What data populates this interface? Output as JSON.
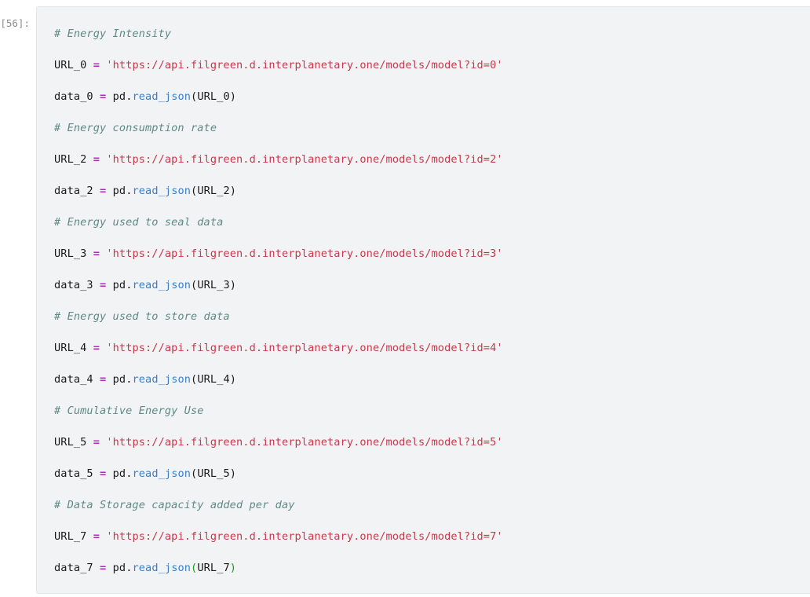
{
  "cell": {
    "prompt_label": "[56]:",
    "execution_count": 56,
    "cell_type": "code",
    "language": "python",
    "colors": {
      "cell_background": "#f2f3f5",
      "cell_border": "#e4e6e8",
      "page_background": "#ffffff",
      "prompt_text": "#8b8b8b",
      "comment": "#5f8a82",
      "operator": "#c21fc2",
      "string": "#c43a4a",
      "function": "#3a7fc1",
      "default_text": "#1a1a1a",
      "bracket_match": "#15a015"
    },
    "lines": [
      {
        "kind": "comment",
        "text": "# Energy Intensity"
      },
      {
        "kind": "assignment",
        "variable": "URL_0",
        "operator": "=",
        "string": "'https://api.filgreen.d.interplanetary.one/models/model?id=0'"
      },
      {
        "kind": "call",
        "variable": "data_0",
        "operator": "=",
        "module": "pd",
        "dot": ".",
        "function": "read_json",
        "open_paren": "(",
        "argument": "URL_0",
        "close_paren": ")",
        "bracket_matched": false
      },
      {
        "kind": "comment",
        "text": "# Energy consumption rate"
      },
      {
        "kind": "assignment",
        "variable": "URL_2",
        "operator": "=",
        "string": "'https://api.filgreen.d.interplanetary.one/models/model?id=2'"
      },
      {
        "kind": "call",
        "variable": "data_2",
        "operator": "=",
        "module": "pd",
        "dot": ".",
        "function": "read_json",
        "open_paren": "(",
        "argument": "URL_2",
        "close_paren": ")",
        "bracket_matched": false
      },
      {
        "kind": "comment",
        "text": "# Energy used to seal data"
      },
      {
        "kind": "assignment",
        "variable": "URL_3",
        "operator": "=",
        "string": "'https://api.filgreen.d.interplanetary.one/models/model?id=3'"
      },
      {
        "kind": "call",
        "variable": "data_3",
        "operator": "=",
        "module": "pd",
        "dot": ".",
        "function": "read_json",
        "open_paren": "(",
        "argument": "URL_3",
        "close_paren": ")",
        "bracket_matched": false
      },
      {
        "kind": "comment",
        "text": "# Energy used to store data"
      },
      {
        "kind": "assignment",
        "variable": "URL_4",
        "operator": "=",
        "string": "'https://api.filgreen.d.interplanetary.one/models/model?id=4'"
      },
      {
        "kind": "call",
        "variable": "data_4",
        "operator": "=",
        "module": "pd",
        "dot": ".",
        "function": "read_json",
        "open_paren": "(",
        "argument": "URL_4",
        "close_paren": ")",
        "bracket_matched": false
      },
      {
        "kind": "comment",
        "text": "# Cumulative Energy Use"
      },
      {
        "kind": "assignment",
        "variable": "URL_5",
        "operator": "=",
        "string": "'https://api.filgreen.d.interplanetary.one/models/model?id=5'"
      },
      {
        "kind": "call",
        "variable": "data_5",
        "operator": "=",
        "module": "pd",
        "dot": ".",
        "function": "read_json",
        "open_paren": "(",
        "argument": "URL_5",
        "close_paren": ")",
        "bracket_matched": false
      },
      {
        "kind": "comment",
        "text": "# Data Storage capacity added per day"
      },
      {
        "kind": "assignment",
        "variable": "URL_7",
        "operator": "=",
        "string": "'https://api.filgreen.d.interplanetary.one/models/model?id=7'"
      },
      {
        "kind": "call",
        "variable": "data_7",
        "operator": "=",
        "module": "pd",
        "dot": ".",
        "function": "read_json",
        "open_paren": "(",
        "argument": "URL_7",
        "close_paren": ")",
        "bracket_matched": true
      }
    ]
  }
}
